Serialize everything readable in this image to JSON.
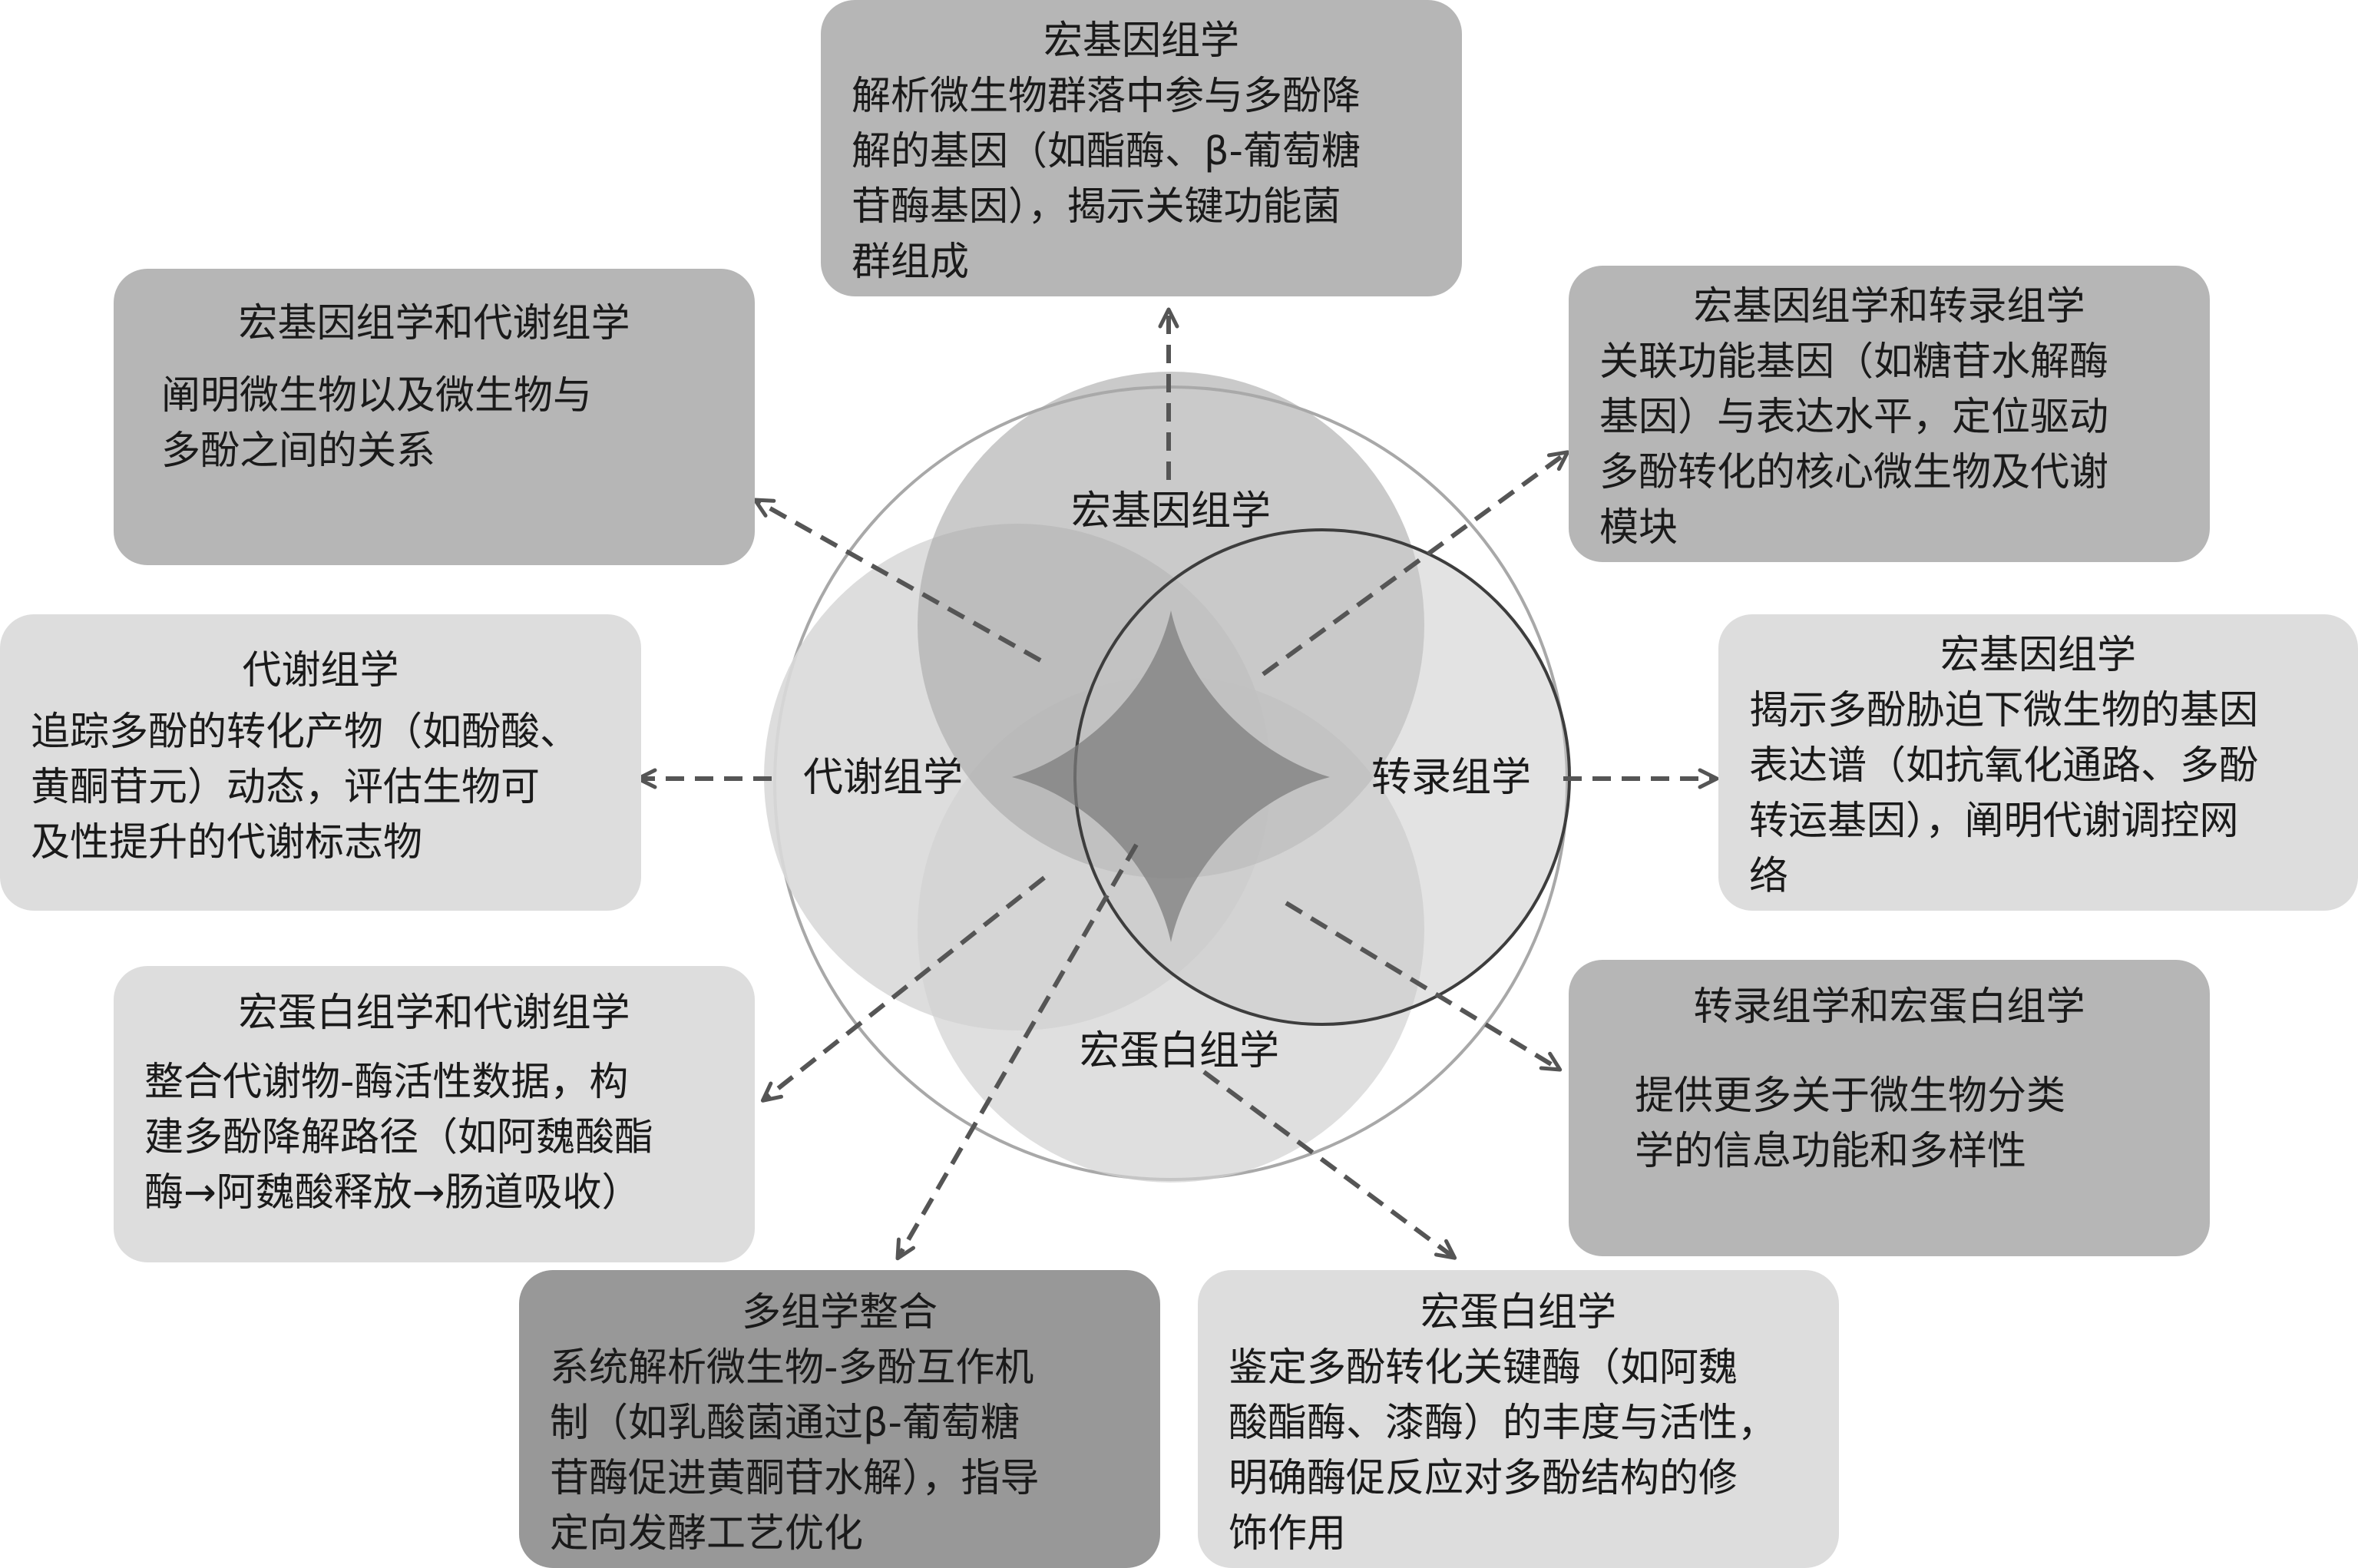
{
  "circles": {
    "top": "宏基因组学",
    "left": "代谢组学",
    "right": "转录组学",
    "bottom": "宏蛋白组学"
  },
  "boxes": {
    "top": {
      "title": "宏基因组学",
      "lines": [
        "解析微生物群落中参与多酚降",
        "解的基因（如酯酶、β-葡萄糖",
        "苷酶基因），揭示关键功能菌",
        "群组成"
      ]
    },
    "top_left": {
      "title": "宏基因组学和代谢组学",
      "lines": [
        "阐明微生物以及微生物与",
        "多酚之间的关系"
      ]
    },
    "top_right": {
      "title": "宏基因组学和转录组学",
      "lines": [
        "关联功能基因（如糖苷水解酶",
        "基因）与表达水平，定位驱动",
        "多酚转化的核心微生物及代谢",
        "模块"
      ]
    },
    "left": {
      "title": "代谢组学",
      "lines": [
        "追踪多酚的转化产物（如酚酸、",
        "黄酮苷元）动态，评估生物可",
        "及性提升的代谢标志物"
      ]
    },
    "right": {
      "title": "宏基因组学",
      "lines": [
        "揭示多酚胁迫下微生物的基因",
        "表达谱（如抗氧化通路、多酚",
        "转运基因），阐明代谢调控网",
        "络"
      ]
    },
    "bottom_left": {
      "title": "宏蛋白组学和代谢组学",
      "lines": [
        "整合代谢物-酶活性数据，构",
        "建多酚降解路径（如阿魏酸酯",
        "酶→阿魏酸释放→肠道吸收）"
      ]
    },
    "bottom_right_upper": {
      "title": "转录组学和宏蛋白组学",
      "lines": [
        "提供更多关于微生物分类",
        "学的信息功能和多样性"
      ]
    },
    "bottom_center_left": {
      "title": "多组学整合",
      "lines": [
        "系统解析微生物-多酚互作机",
        "制（如乳酸菌通过β-葡萄糖",
        "苷酶促进黄酮苷水解），指导",
        "定向发酵工艺优化"
      ]
    },
    "bottom_center_right": {
      "title": "宏蛋白组学",
      "lines": [
        "鉴定多酚转化关键酶（如阿魏",
        "酸酯酶、漆酶）的丰度与活性，",
        "明确酶促反应对多酚结构的修",
        "饰作用"
      ]
    }
  }
}
